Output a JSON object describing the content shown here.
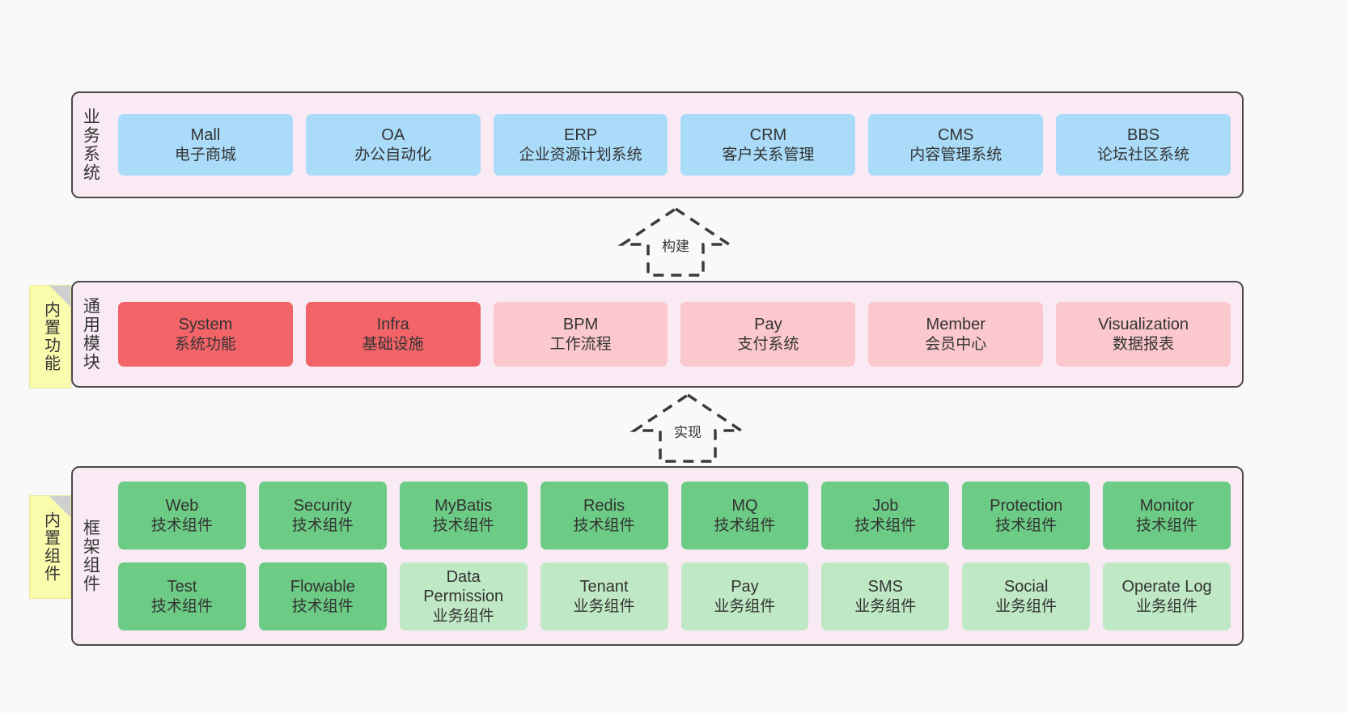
{
  "diagram": {
    "background_color": "#f9f9f9",
    "layer_panel_color": "#f9eaf4",
    "layer_border_color": "#4a4a4a",
    "sticky_color": "#fbfbae"
  },
  "layers": [
    {
      "id": "business",
      "title": "业务系统",
      "rows": [
        {
          "cards": [
            {
              "name": "Mall",
              "desc": "电子商城",
              "color": "#aadcfa"
            },
            {
              "name": "OA",
              "desc": "办公自动化",
              "color": "#aadcfa"
            },
            {
              "name": "ERP",
              "desc": "企业资源计划系统",
              "color": "#aadcfa"
            },
            {
              "name": "CRM",
              "desc": "客户关系管理",
              "color": "#aadcfa"
            },
            {
              "name": "CMS",
              "desc": "内容管理系统",
              "color": "#aadcfa"
            },
            {
              "name": "BBS",
              "desc": "论坛社区系统",
              "color": "#aadcfa"
            }
          ]
        }
      ]
    },
    {
      "id": "modules",
      "title": "通用模块",
      "sticky": "内置功能",
      "rows": [
        {
          "cards": [
            {
              "name": "System",
              "desc": "系统功能",
              "color": "#f26468"
            },
            {
              "name": "Infra",
              "desc": "基础设施",
              "color": "#f26468"
            },
            {
              "name": "BPM",
              "desc": "工作流程",
              "color": "#fbc8cd"
            },
            {
              "name": "Pay",
              "desc": "支付系统",
              "color": "#fbc8cd"
            },
            {
              "name": "Member",
              "desc": "会员中心",
              "color": "#fbc8cd"
            },
            {
              "name": "Visualization",
              "desc": "数据报表",
              "color": "#fbc8cd"
            }
          ]
        }
      ]
    },
    {
      "id": "framework",
      "title": "框架组件",
      "sticky": "内置组件",
      "rows": [
        {
          "cards": [
            {
              "name": "Web",
              "desc": "技术组件",
              "color": "#6ccb84"
            },
            {
              "name": "Security",
              "desc": "技术组件",
              "color": "#6ccb84"
            },
            {
              "name": "MyBatis",
              "desc": "技术组件",
              "color": "#6ccb84"
            },
            {
              "name": "Redis",
              "desc": "技术组件",
              "color": "#6ccb84"
            },
            {
              "name": "MQ",
              "desc": "技术组件",
              "color": "#6ccb84"
            },
            {
              "name": "Job",
              "desc": "技术组件",
              "color": "#6ccb84"
            },
            {
              "name": "Protection",
              "desc": "技术组件",
              "color": "#6ccb84"
            },
            {
              "name": "Monitor",
              "desc": "技术组件",
              "color": "#6ccb84"
            }
          ]
        },
        {
          "cards": [
            {
              "name": "Test",
              "desc": "技术组件",
              "color": "#6ccb84"
            },
            {
              "name": "Flowable",
              "desc": "技术组件",
              "color": "#6ccb84"
            },
            {
              "name": "Data Permission",
              "desc": "业务组件",
              "color": "#bfe8c5"
            },
            {
              "name": "Tenant",
              "desc": "业务组件",
              "color": "#bfe8c5"
            },
            {
              "name": "Pay",
              "desc": "业务组件",
              "color": "#bfe8c5"
            },
            {
              "name": "SMS",
              "desc": "业务组件",
              "color": "#bfe8c5"
            },
            {
              "name": "Social",
              "desc": "业务组件",
              "color": "#bfe8c5"
            },
            {
              "name": "Operate Log",
              "desc": "业务组件",
              "color": "#bfe8c5"
            }
          ]
        }
      ]
    }
  ],
  "arrows": [
    {
      "id": "build",
      "label": "构建",
      "style": "dashed-generalization-up"
    },
    {
      "id": "impl",
      "label": "实现",
      "style": "dashed-generalization-up"
    }
  ]
}
